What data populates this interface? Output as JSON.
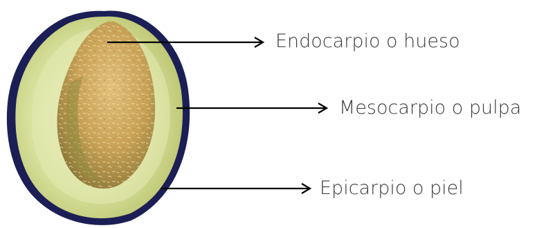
{
  "labels": {
    "endocarp": "Endocarpio o hueso",
    "mesocarp": "Mesocarpio o pulpa",
    "epicarp": "Epicarpio o piel"
  },
  "colors": {
    "skin": "#1b1f55",
    "pulp": "#c9d68a",
    "pulp_light": "#e4ebb8",
    "pit": "#c8a55a",
    "pit_dark": "#9a7a3a",
    "arrow": "#000000",
    "text": "#3a3a3a"
  }
}
